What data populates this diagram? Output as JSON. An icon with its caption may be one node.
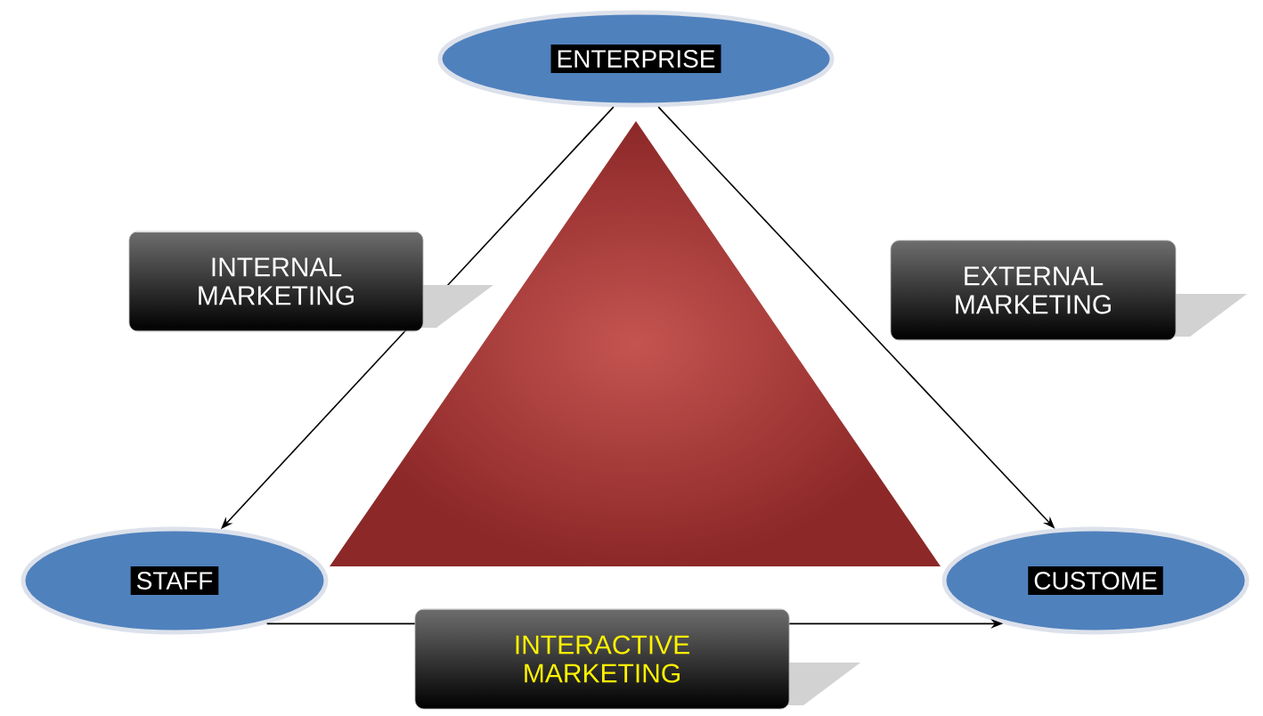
{
  "diagram": {
    "nodes": [
      {
        "text": [
          "ENTERPRISE"
        ]
      },
      {
        "text": [
          "STAFF"
        ]
      },
      {
        "text": [
          "CUSTOME"
        ]
      }
    ],
    "edges": [
      {
        "from": 0,
        "to": 1,
        "arrow": "to",
        "label": "INTERNAL MARKETING"
      },
      {
        "from": 0,
        "to": 2,
        "arrow": "to",
        "label": "EXTERNAL MARKETING"
      },
      {
        "from": 1,
        "to": 2,
        "arrow": "to",
        "label": "INTERACTIVE MARKETING"
      }
    ]
  }
}
